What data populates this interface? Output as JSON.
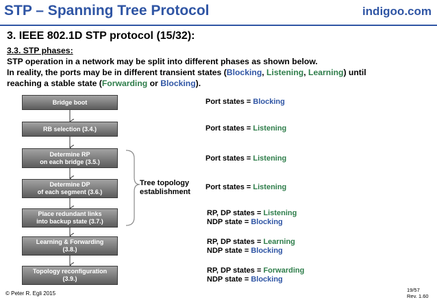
{
  "header": {
    "title": "STP – Spanning Tree Protocol",
    "brand": "indigoo.com"
  },
  "heading": "3. IEEE 802.1D STP protocol (15/32):",
  "subheading": "3.3. STP phases:",
  "body": {
    "line1": "STP operation in a network may be split into different phases as shown below.",
    "line2_a": "In reality, the ports may be in different transient states (",
    "line2_blocking": "Blocking",
    "line2_sep1": ", ",
    "line2_listening": "Listening",
    "line2_sep2": ", ",
    "line2_learning": "Learning",
    "line2_end": ") until",
    "line3_a": "reaching a stable state (",
    "line3_forwarding": "Forwarding",
    "line3_or": " or ",
    "line3_blocking": "Blocking",
    "line3_end": ")."
  },
  "phases": [
    {
      "line1": "Bridge boot",
      "line2": ""
    },
    {
      "line1": "RB selection (3.4.)",
      "line2": ""
    },
    {
      "line1": "Determine RP",
      "line2": "on each bridge (3.5.)"
    },
    {
      "line1": "Determine DP",
      "line2": "of each segment (3.6.)"
    },
    {
      "line1": "Place redundant links",
      "line2": "into backup state (3.7.)"
    },
    {
      "line1": "Learning & Forwarding",
      "line2": "(3.8.)"
    },
    {
      "line1": "Topology reconfiguration",
      "line2": "(3.9.)"
    }
  ],
  "tree_label": {
    "line1": "Tree topology",
    "line2": "establishment"
  },
  "states": [
    {
      "l1_prefix": "Port states = ",
      "l1_value": "Blocking"
    },
    {
      "l1_prefix": "Port states = ",
      "l1_value": "Listening"
    },
    {
      "l1_prefix": "Port states = ",
      "l1_value": "Listening"
    },
    {
      "l1_prefix": "Port states = ",
      "l1_value": "Listening"
    },
    {
      "l1_prefix": "RP, DP states = ",
      "l1_value": "Listening",
      "l2_prefix": "NDP state = ",
      "l2_value": "Blocking"
    },
    {
      "l1_prefix": "RP, DP states = ",
      "l1_value": "Learning",
      "l2_prefix": "NDP state = ",
      "l2_value": "Blocking"
    },
    {
      "l1_prefix": "RP, DP states = ",
      "l1_value": "Forwarding",
      "l2_prefix": "NDP state = ",
      "l2_value": "Blocking"
    }
  ],
  "footer": {
    "copyright": "© Peter R. Egli 2015",
    "page": "19/57",
    "revision": "Rev. 1.60"
  },
  "colors": {
    "title_blue": "#2f55a4",
    "state_green": "#2e7d4a",
    "state_blue": "#2f55a4"
  }
}
